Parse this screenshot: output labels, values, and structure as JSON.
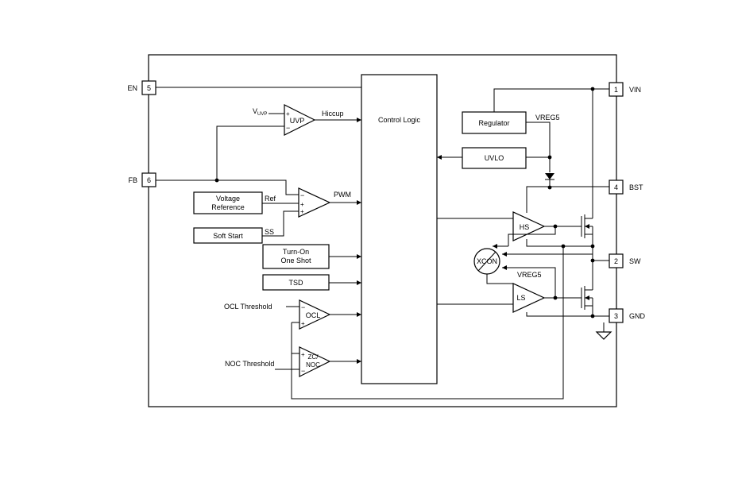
{
  "pins": {
    "en": {
      "name": "EN",
      "number": "5"
    },
    "fb": {
      "name": "FB",
      "number": "6"
    },
    "vin": {
      "name": "VIN",
      "number": "1"
    },
    "bst": {
      "name": "BST",
      "number": "4"
    },
    "sw": {
      "name": "SW",
      "number": "2"
    },
    "gnd": {
      "name": "GND",
      "number": "3"
    }
  },
  "blocks": {
    "control_logic": "Control Logic",
    "regulator": "Regulator",
    "uvlo": "UVLO",
    "voltage_reference_line1": "Voltage",
    "voltage_reference_line2": "Reference",
    "soft_start": "Soft Start",
    "turn_on_line1": "Turn-On",
    "turn_on_line2": "One Shot",
    "tsd": "TSD",
    "xcon": "XCON"
  },
  "amps": {
    "uvp": "UVP",
    "pwm_comp": "",
    "ocl": "OCL",
    "zc_noc_line1": "ZC/",
    "zc_noc_line2": "NOC",
    "hs": "HS",
    "ls": "LS"
  },
  "signals": {
    "vuvp_main": "V",
    "vuvp_sub": "UVP",
    "hiccup": "Hiccup",
    "ref": "Ref",
    "pwm": "PWM",
    "ss": "SS",
    "vreg5_top": "VREG5",
    "vreg5_ls": "VREG5",
    "ocl_threshold": "OCL Threshold",
    "noc_threshold": "NOC Threshold"
  },
  "opamp_signs": {
    "minus": "−",
    "plus": "+"
  }
}
